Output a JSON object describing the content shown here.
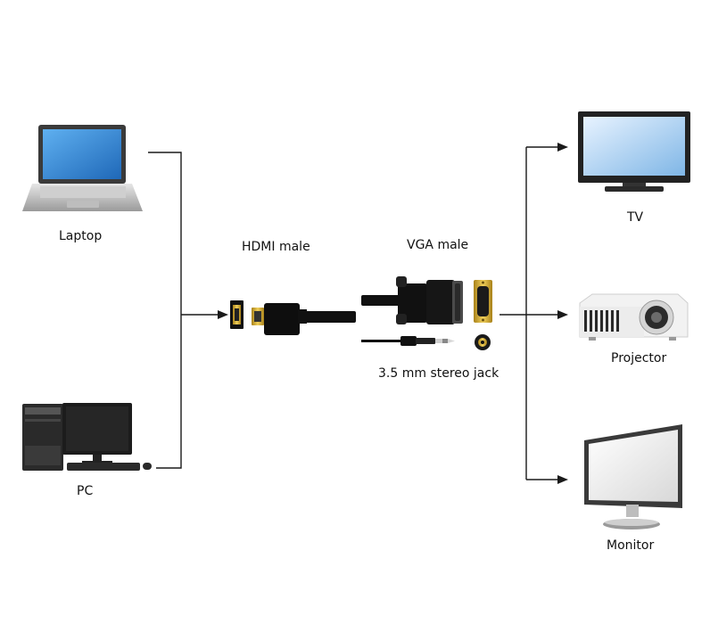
{
  "sources": {
    "laptop_label": "Laptop",
    "pc_label": "PC"
  },
  "cable": {
    "hdmi_label": "HDMI male",
    "vga_label": "VGA male",
    "audio_label": "3.5 mm stereo jack"
  },
  "outputs": {
    "tv_label": "TV",
    "projector_label": "Projector",
    "monitor_label": "Monitor"
  },
  "icons": [
    "laptop-icon",
    "pc-icon",
    "hdmi-port-icon",
    "hdmi-plug-icon",
    "vga-plug-icon",
    "vga-port-icon",
    "audio-plug-icon",
    "audio-port-icon",
    "tv-icon",
    "projector-icon",
    "monitor-icon"
  ],
  "colors": {
    "line": "#1a1a1a",
    "screen": "#2f7fd0",
    "gold": "#c9a227"
  }
}
